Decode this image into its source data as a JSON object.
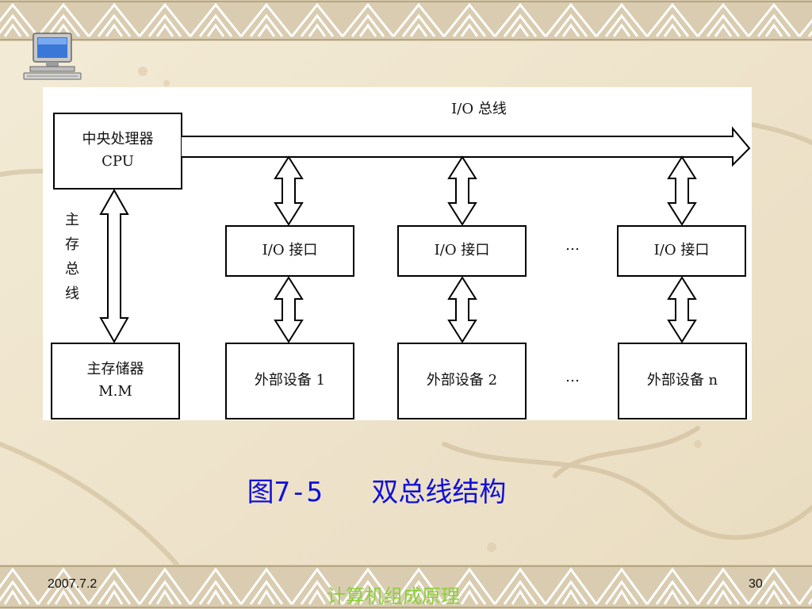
{
  "slide": {
    "caption": "图7-5   双总线结构",
    "footer_date": "2007.7.2",
    "footer_title": "计算机组成原理",
    "page_number": "30"
  },
  "diagram": {
    "bus_label": "I/O 总线",
    "cpu": {
      "line1": "中央处理器",
      "line2": "CPU"
    },
    "memory": {
      "line1": "主存储器",
      "line2": "M.M"
    },
    "memory_bus_label": "主存总线",
    "io_interfaces": [
      "I/O 接口",
      "I/O 接口",
      "I/O 接口"
    ],
    "devices": [
      "外部设备 1",
      "外部设备 2",
      "外部设备 n"
    ],
    "ellipsis_top": "…",
    "ellipsis_bottom": "…"
  },
  "colors": {
    "caption": "#1010d8",
    "footer_title": "#8cd03c",
    "background": "#efe6cf"
  },
  "icons": {
    "corner": "computer-icon",
    "border": "greek-key-border"
  }
}
